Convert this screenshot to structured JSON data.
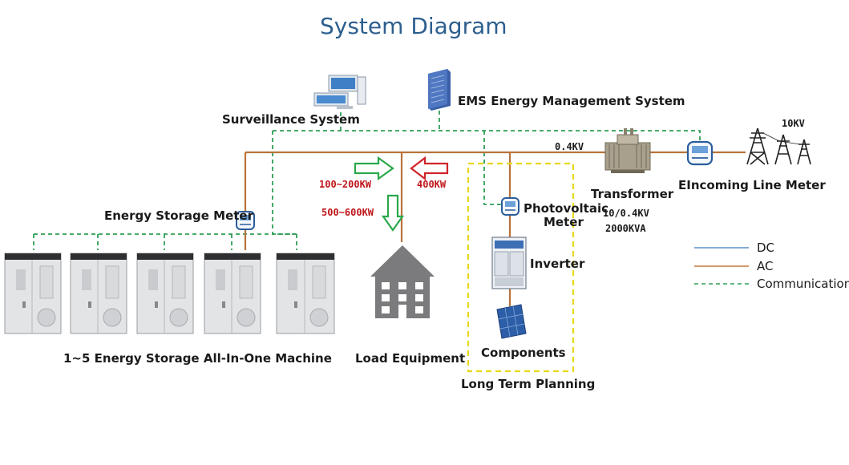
{
  "title": "System Diagram",
  "labels": {
    "surveillance": "Surveillance System",
    "ems": "EMS Energy Management System",
    "storage_meter": "Energy Storage Meter",
    "storage_machines": "1~5 Energy Storage All-In-One Machine",
    "load": "Load Equipment",
    "pv_meter_line1": "Photovoltaic",
    "pv_meter_line2": "Meter",
    "inverter": "Inverter",
    "components": "Components",
    "long_term": "Long Term Planning",
    "transformer": "Transformer",
    "transformer_ratio": "10/0.4KV",
    "transformer_rating": "2000KVA",
    "incoming_meter": "EIncoming Line Meter",
    "grid_voltage": "10KV",
    "bus_voltage": "0.4KV",
    "power_in": "100~200KW",
    "power_out": "400KW",
    "power_load": "500~600KW"
  },
  "legend": [
    {
      "label": "DC",
      "color": "#5a8fc8",
      "style": "solid"
    },
    {
      "label": "AC",
      "color": "#c87a3a",
      "style": "solid"
    },
    {
      "label": "Communication",
      "color": "#2e9e55",
      "style": "dashed"
    }
  ],
  "colors": {
    "ac_line": "#b8733a",
    "comm_line": "#2e9e55",
    "planning_box": "#e8d81a",
    "arrow_green": "#2aa84a",
    "arrow_red": "#d0242a",
    "title": "#2d5f8f"
  }
}
